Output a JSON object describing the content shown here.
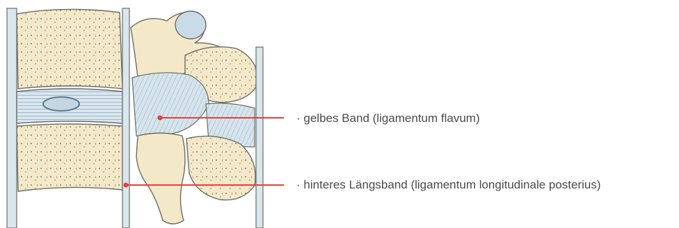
{
  "labels": [
    {
      "id": "ligamentum-flavum",
      "text": "· gelbes Band (ligamentum flavum)"
    },
    {
      "id": "posterior-longitudinal-ligament",
      "text": "· hinteres Längsband (ligamentum longitudinale posterius)"
    }
  ],
  "colors": {
    "bone": "#f3e8c8",
    "bone_outline": "#6b6b66",
    "ligament": "#d6e4ec",
    "ligament_stripe": "#9db6c6",
    "leader_line": "#e0413a",
    "label_text": "#4a4a4a"
  }
}
